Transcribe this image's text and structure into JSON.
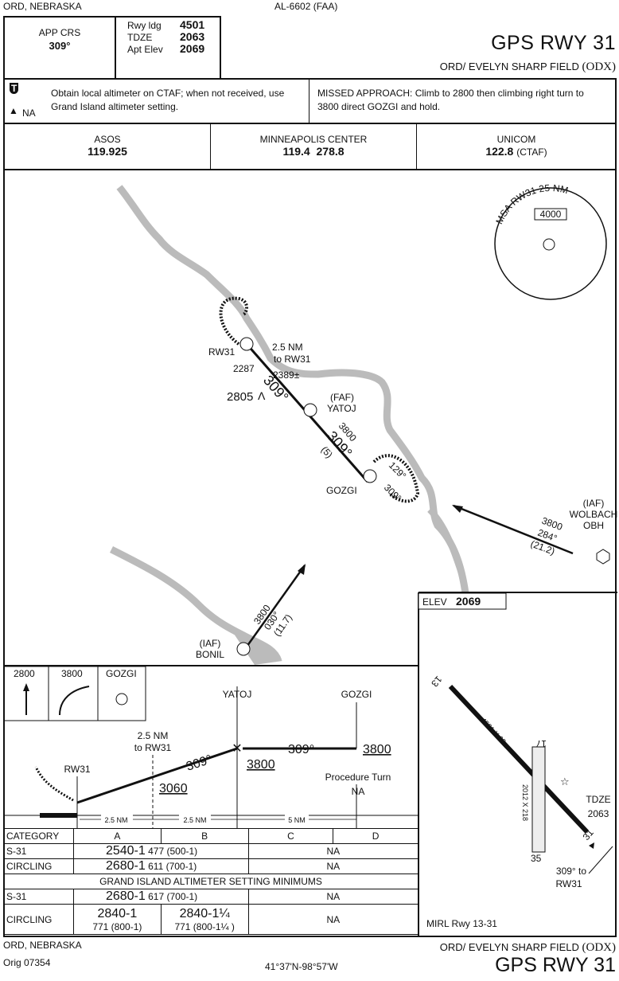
{
  "header": {
    "location": "ORD, NEBRASKA",
    "chart_id": "AL-6602 (FAA)",
    "app_crs_label": "APP CRS",
    "app_crs": "309°",
    "rwy_ldg_label": "Rwy ldg",
    "rwy_ldg": "4501",
    "tdze_label": "TDZE",
    "tdze": "2063",
    "apt_elev_label": "Apt Elev",
    "apt_elev": "2069",
    "title": "GPS RWY 31",
    "airport": "ORD/ EVELYN SHARP FIELD",
    "airport_id": "(ODX)"
  },
  "notes": {
    "takeoff_symbol": "T",
    "alternate_symbol": "A",
    "alternate_na": "NA",
    "altimeter_note_1": "Obtain local altimeter on CTAF; when not received, use",
    "altimeter_note_2": "Grand Island altimeter setting.",
    "missed_approach_1": "MISSED APPROACH: Climb to 2800 then climbing right turn to",
    "missed_approach_2": "3800 direct GOZGI and hold."
  },
  "comms": [
    {
      "name": "ASOS",
      "freq": "119.925",
      "extra": ""
    },
    {
      "name": "MINNEAPOLIS CENTER",
      "freq": "119.4  278.8",
      "extra": ""
    },
    {
      "name": "UNICOM",
      "freq": "122.8",
      "extra": "(CTAF)"
    }
  ],
  "plan": {
    "msa_label": "MSA RW31 25 NM",
    "msa_alt": "4000",
    "rw31": "RW31",
    "dist_label_1": "2.5 NM",
    "dist_label_2": "to RW31",
    "obst_2287": "2287",
    "obst_2389": "2389±",
    "obst_2805": "2805",
    "course_309": "309°",
    "faf": "(FAF)",
    "yatoj": "YATOJ",
    "alt_3800": "3800",
    "dist_5": "(5)",
    "gozgi": "GOZGI",
    "hold_in": "129°",
    "hold_out": "309°",
    "iaf": "(IAF)",
    "wolbach": "WOLBACH",
    "obh": "OBH",
    "wolbach_alt": "3800",
    "wolbach_crs": "284°",
    "wolbach_dist": "(21.2)",
    "bonil": "BONIL",
    "bonil_alt": "3800",
    "bonil_crs": "030°",
    "bonil_dist": "(11.7)"
  },
  "profile": {
    "ma_icons": [
      "2800",
      "3800",
      "GOZGI"
    ],
    "yatoj": "YATOJ",
    "gozgi": "GOZGI",
    "rw31": "RW31",
    "dist_label_1": "2.5 NM",
    "dist_label_2": "to RW31",
    "crs1": "309°",
    "crs2": "309°",
    "alt_3060": "3060",
    "alt_3800a": "3800",
    "alt_3800b": "3800",
    "pt_label": "Procedure Turn",
    "pt_na": "NA",
    "seg1": "2.5 NM",
    "seg2": "2.5 NM",
    "seg3": "5 NM"
  },
  "minimums": {
    "headers": [
      "CATEGORY",
      "A",
      "B",
      "C",
      "D"
    ],
    "rows": [
      {
        "label": "S-31",
        "ab_main": "2540-1",
        "ab_sub": "477 (500-1)",
        "cd": "NA"
      },
      {
        "label": "CIRCLING",
        "ab_main": "2680-1",
        "ab_sub": "611 (700-1)",
        "cd": "NA"
      }
    ],
    "section": "GRAND ISLAND ALTIMETER SETTING MINIMUMS",
    "rows2": [
      {
        "label": "S-31",
        "ab_main": "2680-1",
        "ab_sub": "617 (700-1)",
        "cd": "NA"
      }
    ],
    "circ2": {
      "label": "CIRCLING",
      "a_main": "2840-1",
      "a_sub": "771 (800-1)",
      "b_main": "2840-1¼",
      "b_sub": "771 (800-1¼ )",
      "cd": "NA"
    }
  },
  "airport_diagram": {
    "elev_label": "ELEV",
    "elev": "2069",
    "rwy13": "13",
    "rwy31": "31",
    "rwy17": "17",
    "rwy35": "35",
    "rwy_dims": "4501 X 60",
    "turf_dims": "2012 X 218",
    "tdze_label": "TDZE",
    "tdze": "2063",
    "crs_note_1": "309° to",
    "crs_note_2": "RW31",
    "lighting": "MIRL Rwy 13-31"
  },
  "footer": {
    "location": "ORD, NEBRASKA",
    "amendment": "Orig  07354",
    "coords": "41°37'N-98°57'W",
    "airport": "ORD/ EVELYN SHARP FIELD",
    "airport_id": "(ODX)",
    "title": "GPS RWY 31"
  }
}
